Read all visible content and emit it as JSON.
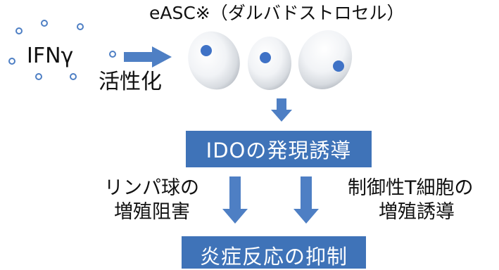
{
  "diagram": {
    "ifn_label": "IFNγ",
    "activation_label": "活性化",
    "cell_title": "eASC※（ダルバドストロセル）",
    "ido_box": "IDOの発現誘導",
    "left_effect_line1": "リンパ球の",
    "left_effect_line2": "増殖阻害",
    "right_effect_line1": "制御性T細胞の",
    "right_effect_line2": "増殖誘導",
    "result_box": "炎症反応の抑制"
  },
  "colors": {
    "arrow": "#4e7fc4",
    "box": "#3f73b8",
    "nucleus": "#3f72c6"
  }
}
